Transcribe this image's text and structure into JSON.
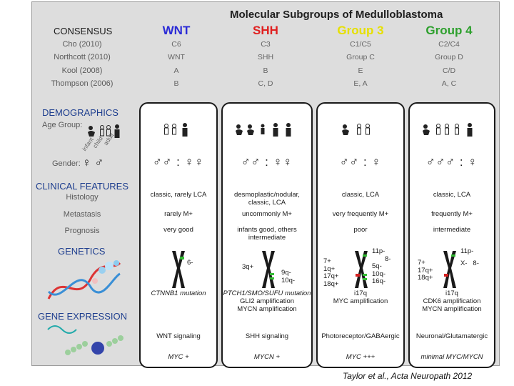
{
  "title": "Molecular Subgroups of Medulloblastoma",
  "credit": "Taylor et al., Acta Neuropath 2012",
  "colors": {
    "wnt": "#2a2ad6",
    "shh": "#e02020",
    "group3": "#e6e000",
    "group4": "#2ea02e",
    "section": "#1f3f8f",
    "chrom_green": "#33bb33",
    "chrom_red": "#d42020"
  },
  "consensus": {
    "heading": "CONSENSUS",
    "rows": [
      "Cho (2010)",
      "Northcott (2010)",
      "Kool (2008)",
      "Thompson (2006)"
    ]
  },
  "subgroups": [
    {
      "name": "WNT",
      "cells": [
        "C6",
        "WNT",
        "A",
        "B"
      ]
    },
    {
      "name": "SHH",
      "cells": [
        "C3",
        "SHH",
        "B",
        "C, D"
      ]
    },
    {
      "name": "Group 3",
      "cells": [
        "C1/C5",
        "Group C",
        "E",
        "E, A"
      ]
    },
    {
      "name": "Group 4",
      "cells": [
        "C2/C4",
        "Group D",
        "C/D",
        "A, C"
      ]
    }
  ],
  "sections": {
    "demographics": "DEMOGRAPHICS",
    "age_group": "Age Group:",
    "age_labels": [
      "infant",
      "child",
      "adult"
    ],
    "gender": "Gender:",
    "clinical": "CLINICAL FEATURES",
    "histology": "Histology",
    "metastasis": "Metastasis",
    "prognosis": "Prognosis",
    "genetics": "GENETICS",
    "expression": "GENE EXPRESSION"
  },
  "gender": [
    {
      "male": "♂♂",
      "female": "♀♀"
    },
    {
      "male": "♂♂",
      "female": "♀♀"
    },
    {
      "male": "♂♂",
      "female": "♀"
    },
    {
      "male": "♂♂♂",
      "female": "♀"
    }
  ],
  "histology": [
    "classic, rarely LCA",
    "desmoplastic/nodular,",
    "classic, LCA",
    "classic, LCA"
  ],
  "histology2": [
    "",
    "classic, LCA",
    "",
    ""
  ],
  "metastasis": [
    "rarely M+",
    "uncommonly M+",
    "very frequently M+",
    "frequently M+"
  ],
  "prognosis": [
    "very good",
    "infants good, others",
    "poor",
    "intermediate"
  ],
  "prognosis2": [
    "",
    "intermediate",
    "",
    ""
  ],
  "karyotype": {
    "wnt": [
      "6-"
    ],
    "shh_left": [
      "3q+"
    ],
    "shh_right": [
      "9q-",
      "10q-"
    ],
    "g3_left": [
      "7+",
      "1q+",
      "17q+",
      "18q+"
    ],
    "g3_right": [
      "11p-",
      "8-",
      "5q-",
      "10q-",
      "16q-"
    ],
    "g4_left": [
      "7+",
      "17q+",
      "18q+"
    ],
    "g4_right": [
      "11p-",
      "X-",
      "8-"
    ]
  },
  "genetics": [
    [
      "CTNNB1 mutation"
    ],
    [
      "PTCH1/SMO/SUFU mutation",
      "GLI2 amplification",
      "MYCN amplification"
    ],
    [
      "i17q",
      "MYC amplification"
    ],
    [
      "i17q",
      "CDK6 amplification",
      "MYCN amplification"
    ]
  ],
  "signaling": [
    "WNT signaling",
    "SHH signaling",
    "Photoreceptor/GABAergic",
    "Neuronal/Glutamatergic"
  ],
  "myc": [
    "MYC +",
    "MYCN +",
    "MYC +++",
    "minimal MYC/MYCN"
  ]
}
